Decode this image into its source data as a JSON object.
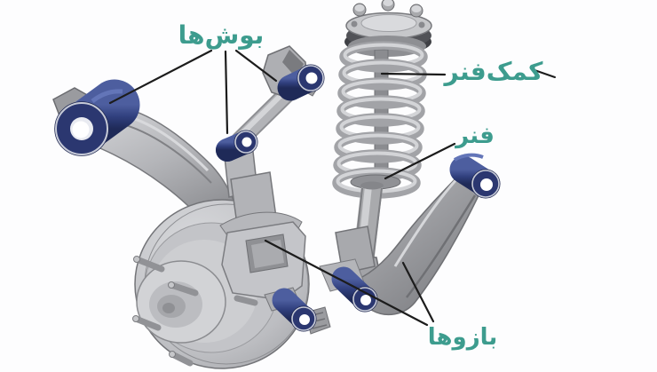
{
  "colors": {
    "background": "#fdfdfe",
    "label": "#3d9c8e",
    "leader": "#1c1c1c",
    "bushing": "#2e3a6e",
    "metal_gray": "#b9babd"
  },
  "labels": {
    "bushings": "بوش‌ها",
    "shock_absorber": "کمک‌فنر",
    "spring": "فنر",
    "arms": "بازوها"
  }
}
